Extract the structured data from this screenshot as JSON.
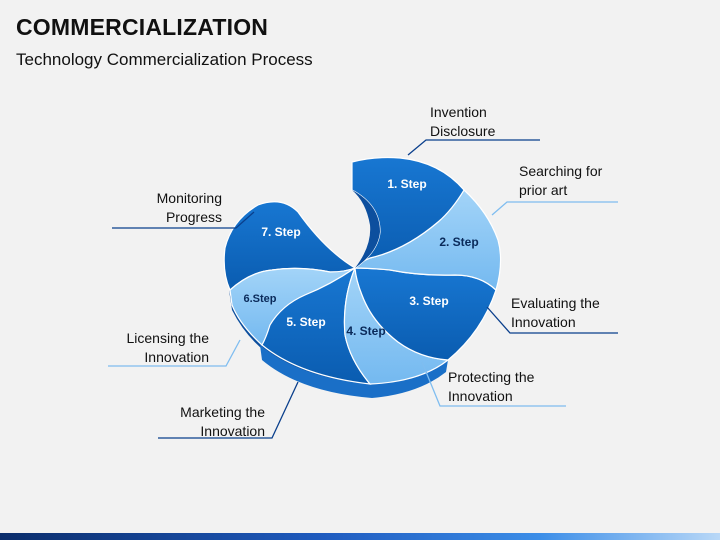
{
  "title": "COMMERCIALIZATION",
  "subtitle": "Technology Commercialization Process",
  "colors": {
    "dark_blue": "#0b62b9",
    "mid_blue": "#3a8fe0",
    "light_blue": "#8cc8f5",
    "line_dark": "#0a3f8c",
    "line_light": "#7fbdf0"
  },
  "steps": [
    {
      "label": "1. Step",
      "callout": [
        "Invention",
        "Disclosure"
      ]
    },
    {
      "label": "2. Step",
      "callout": [
        "Searching for",
        "prior art"
      ]
    },
    {
      "label": "3. Step",
      "callout": [
        "Evaluating the",
        "Innovation"
      ]
    },
    {
      "label": "4. Step",
      "callout": [
        "Protecting the",
        "Innovation"
      ]
    },
    {
      "label": "5. Step",
      "callout": [
        "Marketing the",
        "Innovation"
      ]
    },
    {
      "label": "6.Step",
      "callout": [
        "Licensing the",
        "Innovation"
      ]
    },
    {
      "label": "7. Step",
      "callout": [
        "Monitoring",
        "Progress"
      ]
    }
  ]
}
